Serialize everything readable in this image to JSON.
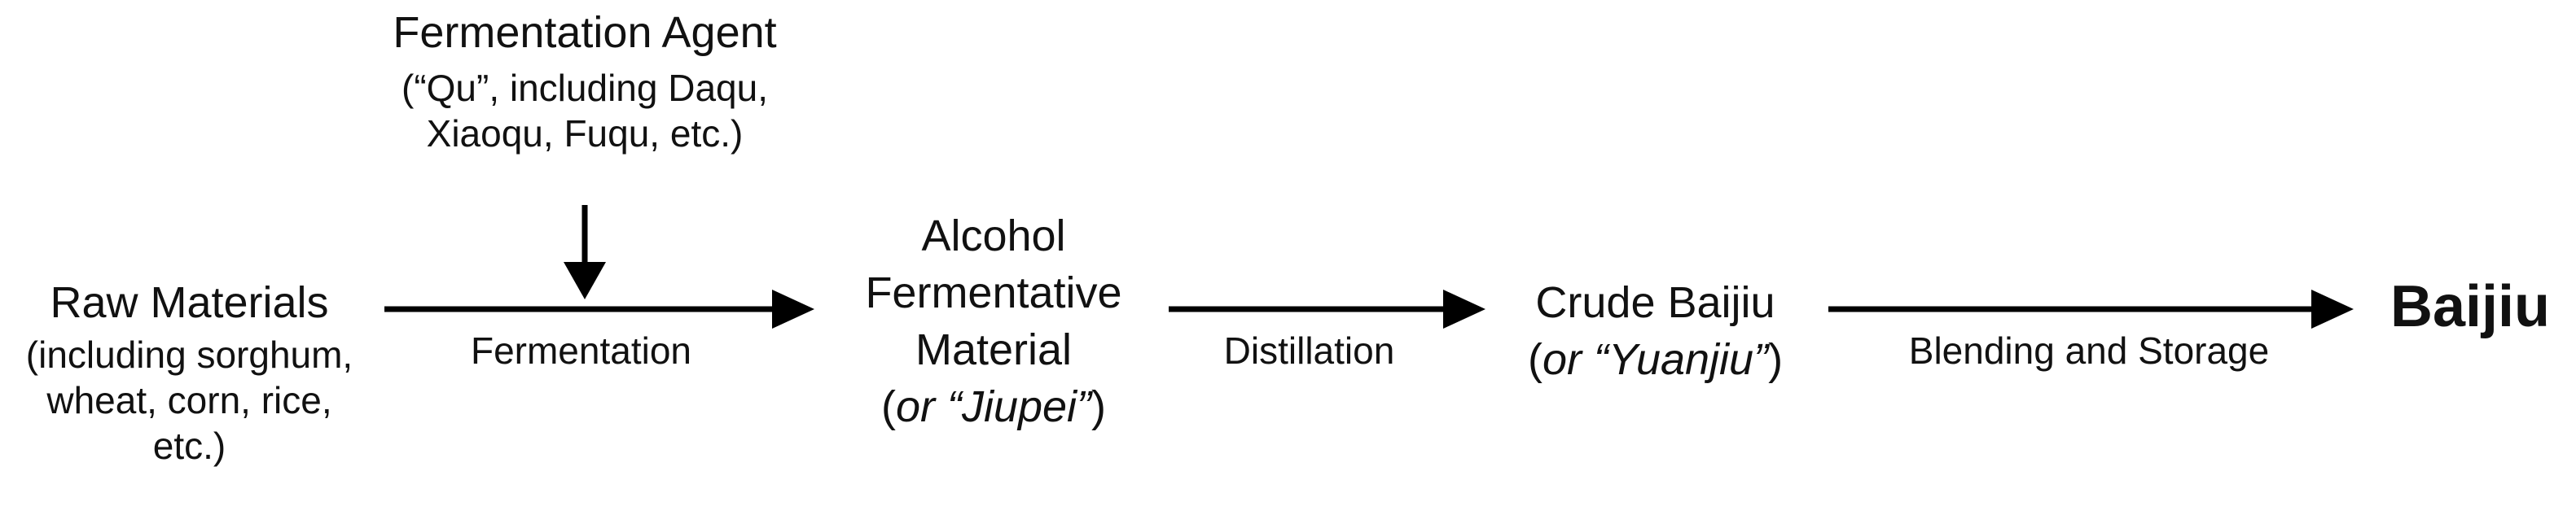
{
  "nodes": {
    "agent": {
      "title": "Fermentation Agent",
      "sub_line1": "(“Qu”, including Daqu,",
      "sub_line2": "Xiaoqu, Fuqu, etc.)"
    },
    "raw": {
      "title": "Raw Materials",
      "sub_line1": "(including sorghum,",
      "sub_line2": "wheat, corn, rice,",
      "sub_line3": "etc.)"
    },
    "alcohol": {
      "line1": "Alcohol",
      "line2": "Fermentative",
      "line3": "Material",
      "alt_prefix": "(",
      "alt_italic": "or “Jiupei”",
      "alt_suffix": ")"
    },
    "crude": {
      "title": "Crude Baijiu",
      "alt_prefix": "(",
      "alt_italic": "or “Yuanjiu”",
      "alt_suffix": ")"
    },
    "final": {
      "title": "Baijiu"
    }
  },
  "edges": {
    "fermentation": "Fermentation",
    "distillation": "Distillation",
    "blending": "Blending and Storage"
  },
  "colors": {
    "arrow": "#000000",
    "text": "#111111"
  }
}
